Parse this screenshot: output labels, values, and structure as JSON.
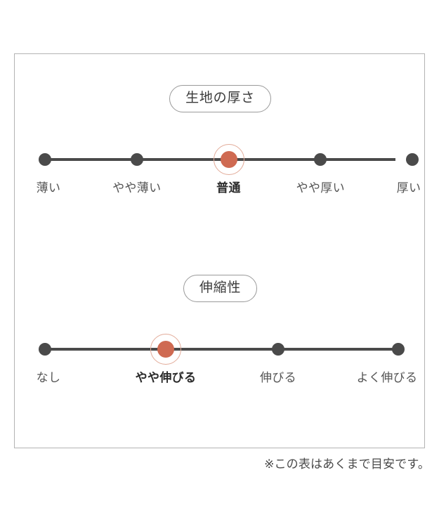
{
  "panel": {
    "border_color": "#b3b3b3",
    "background": "#ffffff"
  },
  "colors": {
    "track": "#4a4a4a",
    "dot": "#4a4a4a",
    "selected_dot": "#cf6a52",
    "selected_ring": "#e2ab99",
    "label": "#555555",
    "selected_label": "#2b2b2b",
    "pill_border": "#9a9a9a"
  },
  "scales": [
    {
      "id": "thickness",
      "title": "生地の厚さ",
      "selected_index": 2,
      "points": [
        {
          "label": "薄い",
          "x_pct": 0,
          "selected": false
        },
        {
          "label": "やや薄い",
          "x_pct": 25,
          "selected": false
        },
        {
          "label": "普通",
          "x_pct": 50,
          "selected": true
        },
        {
          "label": "やや厚い",
          "x_pct": 75,
          "selected": false
        },
        {
          "label": "厚い",
          "x_pct": 100,
          "selected": false
        }
      ]
    },
    {
      "id": "stretch",
      "title": "伸縮性",
      "selected_index": 1,
      "points": [
        {
          "label": "なし",
          "x_pct": 0,
          "selected": false
        },
        {
          "label": "やや伸びる",
          "x_pct": 34.2,
          "selected": true
        },
        {
          "label": "伸びる",
          "x_pct": 66.1,
          "selected": false
        },
        {
          "label": "よく伸びる",
          "x_pct": 100,
          "selected": false
        }
      ]
    }
  ],
  "footnote": "※この表はあくまで目安です。"
}
